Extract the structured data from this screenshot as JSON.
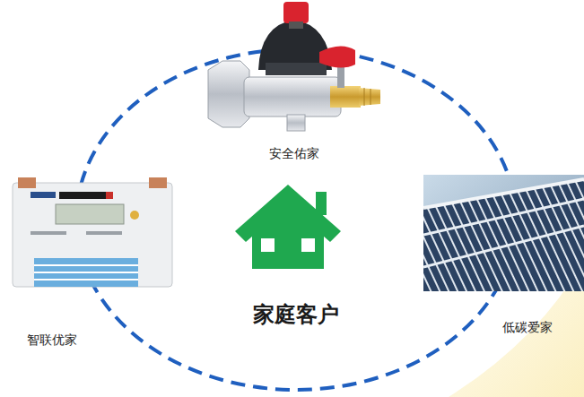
{
  "diagram": {
    "nodes": [
      {
        "text": [
          "安全佑家"
        ]
      },
      {
        "text": [
          "智联优家"
        ]
      },
      {
        "text": [
          "家庭客户"
        ]
      },
      {
        "text": [
          "低碳爱家"
        ]
      }
    ]
  }
}
